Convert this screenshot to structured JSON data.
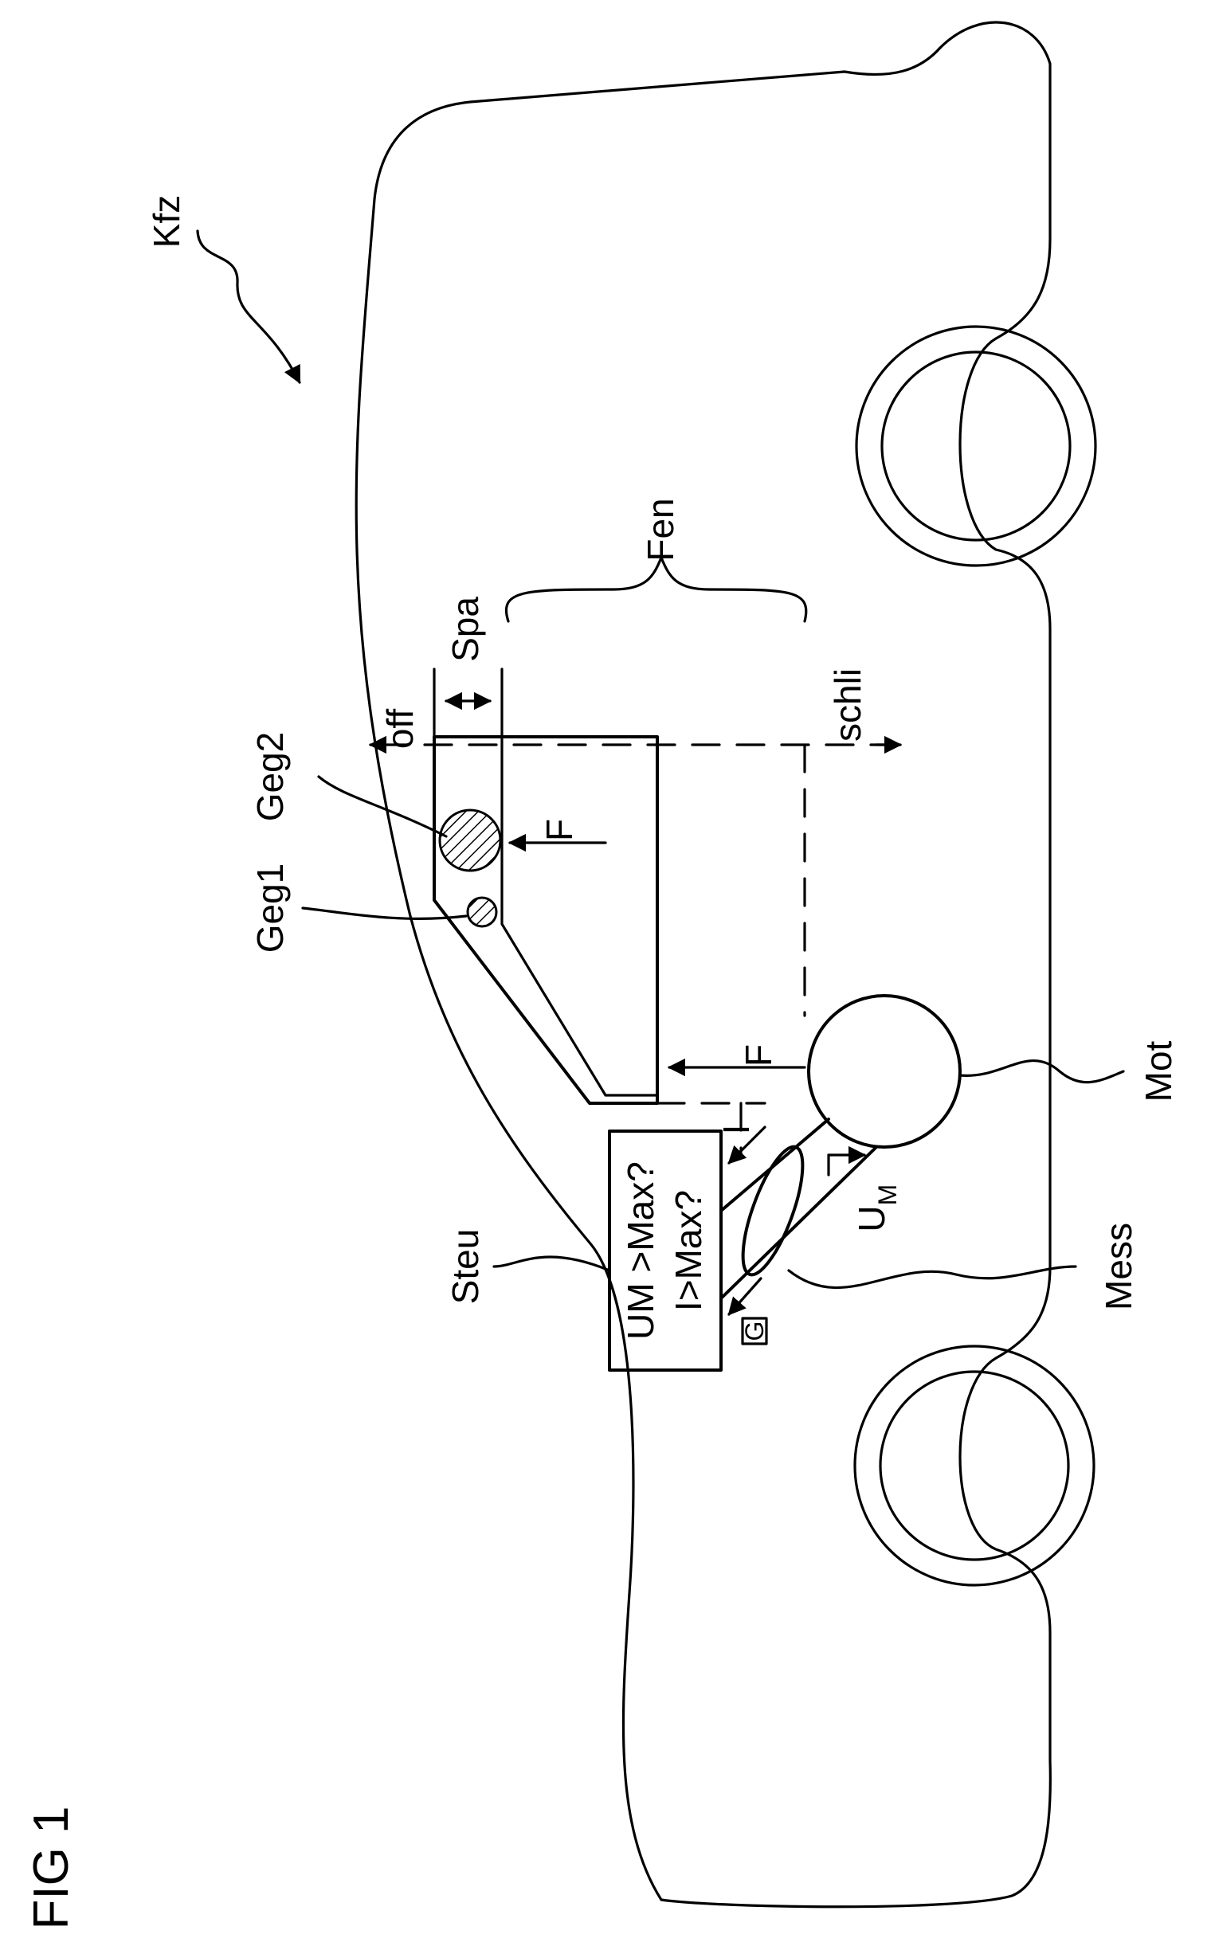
{
  "figure": {
    "title": "FIG 1"
  },
  "labels": {
    "vehicle": "Kfz",
    "window": "Fen",
    "gap": "Spa",
    "open": "off",
    "close": "schli",
    "object1": "Geg1",
    "object2": "Geg2",
    "force_object": "F",
    "force_window": "F",
    "motor": "Mot",
    "measurement": "Mess",
    "control": "Steu",
    "control_line1": "UM >Max?",
    "control_line2": "I>Max?",
    "current": "I",
    "voltage": "U",
    "voltage_sub": "M",
    "signal": "G"
  }
}
